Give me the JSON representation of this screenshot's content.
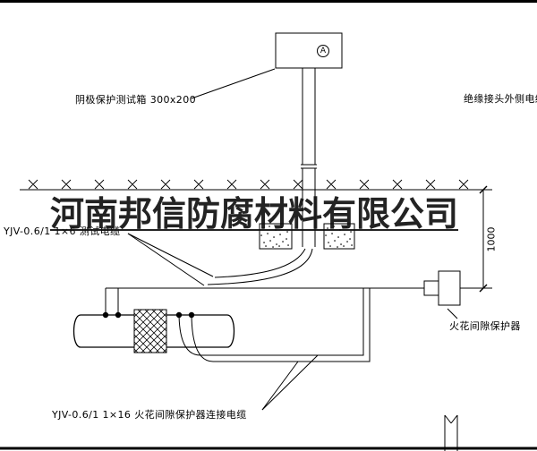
{
  "diagram": {
    "test_box_label": "阴极保护测试箱 300x200",
    "insulation_joint_cable_label": "绝缘接头外侧电缆",
    "test_cable_label": "YJV-0.6/1 1×6  测试电缆",
    "spark_gap_label": "火花间隙保护器",
    "connection_cable_label": "YJV-0.6/1 1×16  火花间隙保护器连接电缆",
    "dimension_1000": "1000",
    "ammeter_symbol": "A"
  },
  "watermark": {
    "company": "河南邦信防腐材料有限公司"
  },
  "icons": {
    "ammeter": "circle-A-meter-icon",
    "ground_surface": "ground-x-hatch-marks",
    "insulating_joint": "crosshatched-joint",
    "concrete_block": "stippled-foundation"
  },
  "colors": {
    "line": "#000000",
    "background": "#ffffff",
    "watermark_text": "#101010"
  }
}
